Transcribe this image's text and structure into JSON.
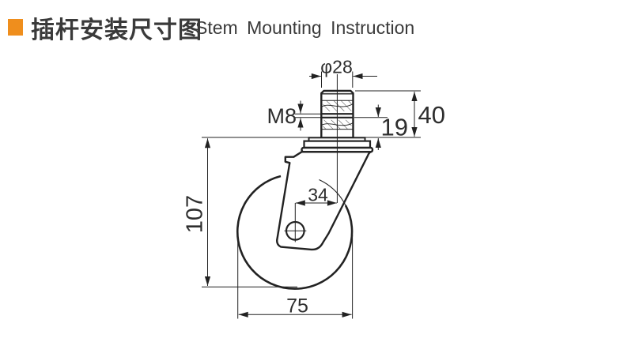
{
  "title": {
    "zh": "插杆安装尺寸图",
    "en": "Stem Mounting Instruction"
  },
  "dimensions": {
    "stem_diameter": "φ28",
    "thread_spec": "M8",
    "thread_length": "19",
    "stem_height": "40",
    "swivel_offset": "34",
    "total_height": "107",
    "wheel_diameter": "75"
  },
  "colors": {
    "accent_orange": "#EF8E1D",
    "line_color": "#222222",
    "text_color": "#2E2E2E"
  }
}
